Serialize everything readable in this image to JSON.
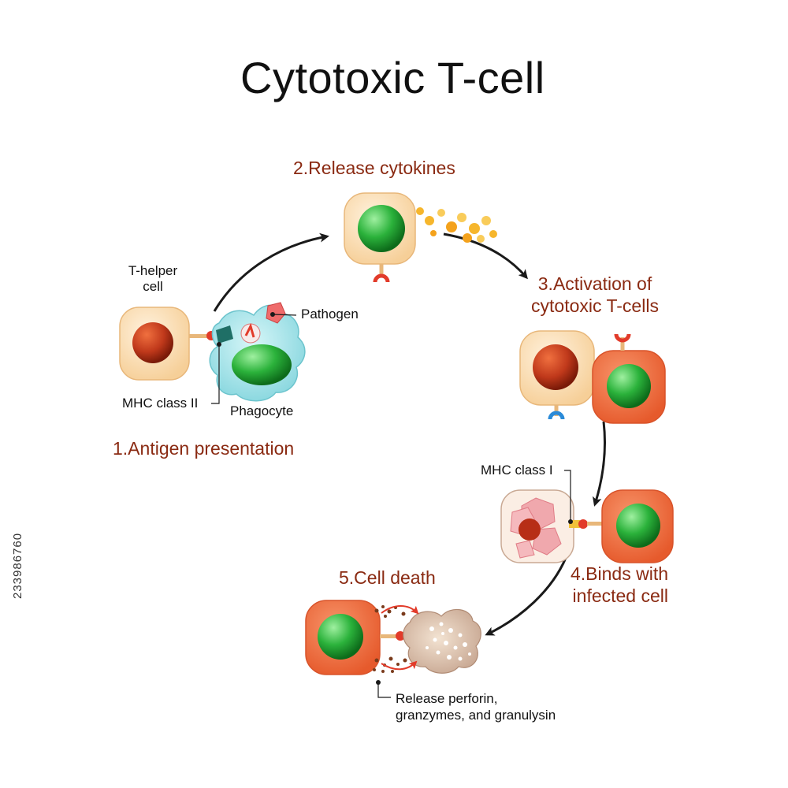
{
  "title": "Cytotoxic T-cell",
  "steps": {
    "s1": "1.Antigen presentation",
    "s2": "2.Release cytokines",
    "s3_line1": "3.Activation of",
    "s3_line2": "cytotoxic T-cells",
    "s4_line1": "4.Binds with",
    "s4_line2": "infected cell",
    "s5": "5.Cell death"
  },
  "labels": {
    "t_helper_line1": "T-helper",
    "t_helper_line2": "cell",
    "pathogen": "Pathogen",
    "mhc_class_ii": "MHC class II",
    "phagocyte": "Phagocyte",
    "mhc_class_i": "MHC class I",
    "release_line1": "Release perforin,",
    "release_line2": "granzymes, and granulysin"
  },
  "stock_id": "233986760",
  "colors": {
    "step_text": "#8a2a12",
    "helper_cell": "#f8d7a8",
    "helper_nucleus": "#c0391b",
    "cytotoxic_cell": "#ee6a3e",
    "green_nucleus": "#1f9b2e",
    "phagocyte": "#a9e4ea",
    "cytokine": "#f6b62c",
    "arrow": "#1a1a1a"
  }
}
